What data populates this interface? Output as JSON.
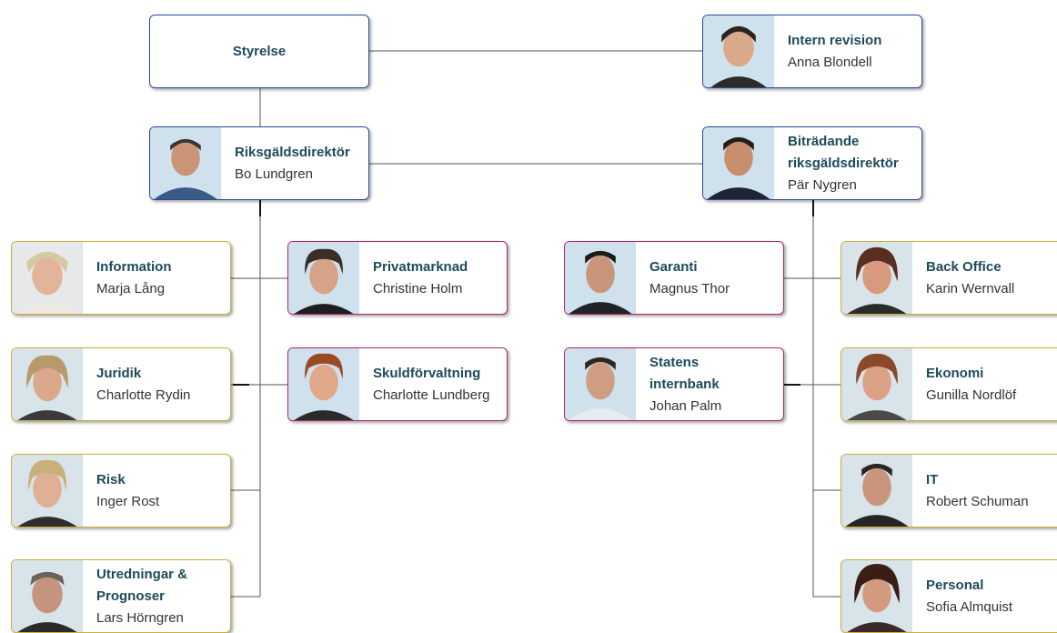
{
  "board": {
    "title": "Styrelse"
  },
  "audit": {
    "title": "Intern revision",
    "name": "Anna Blondell"
  },
  "director": {
    "title": "Riksgäldsdirektör",
    "name": "Bo Lundgren"
  },
  "deputy": {
    "title_line1": "Biträdande",
    "title_line2": "riksgäldsdirektör",
    "name": "Pär Nygren"
  },
  "left_units": [
    {
      "title": "Information",
      "name": "Marja Lång"
    },
    {
      "title": "Juridik",
      "name": "Charlotte Rydin"
    },
    {
      "title": "Risk",
      "name": "Inger Rost"
    },
    {
      "title_line1": "Utredningar &",
      "title_line2": "Prognoser",
      "name": "Lars Hörngren"
    }
  ],
  "director_depts": [
    {
      "title": "Privatmarknad",
      "name": "Christine Holm"
    },
    {
      "title": "Skuldförvaltning",
      "name": "Charlotte Lundberg"
    }
  ],
  "deputy_depts": [
    {
      "title": "Garanti",
      "name": "Magnus Thor"
    },
    {
      "title_line1": "Statens",
      "title_line2": "internbank",
      "name": "Johan Palm"
    }
  ],
  "right_units": [
    {
      "title": "Back Office",
      "name": "Karin Wernvall"
    },
    {
      "title": "Ekonomi",
      "name": "Gunilla Nordlöf"
    },
    {
      "title": "IT",
      "name": "Robert Schuman"
    },
    {
      "title": "Personal",
      "name": "Sofia Almquist"
    }
  ],
  "colors": {
    "staff_border": "#c9b23a",
    "dept_border": "#b0246e",
    "exec_border": "#2a4a9a",
    "title_text": "#1e4a5a",
    "photo_bg": "#cfe1ec"
  }
}
